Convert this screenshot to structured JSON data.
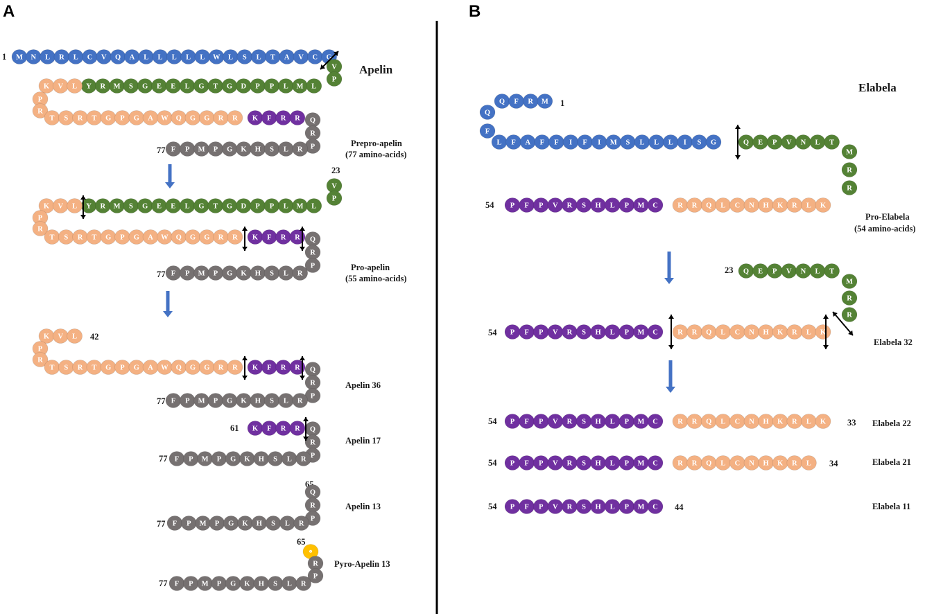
{
  "colors": {
    "blue": "#4472c4",
    "green": "#548235",
    "peach": "#f4b183",
    "purple": "#7030a0",
    "gray": "#767171",
    "orange": "#ffc000",
    "arrow_blue": "#4472c4",
    "divider": "#000000"
  },
  "panels": {
    "A": {
      "letter": "A",
      "apelin_title": "Apelin",
      "stages": [
        {
          "label_line1": "Prepro-apelin",
          "label_line2": "(77 amino-acids)"
        },
        {
          "label_line1": "Pro-apelin",
          "label_line2": "(55 amino-acids)"
        },
        {
          "label_line1": "Apelin 36"
        },
        {
          "label_line1": "Apelin 17"
        },
        {
          "label_line1": "Apelin 13"
        },
        {
          "label_line1": "Pyro-Apelin 13"
        }
      ],
      "numbers": {
        "n1": "1",
        "n77": "77",
        "n23": "23",
        "n42": "42",
        "n61": "61",
        "n65": "65"
      }
    },
    "B": {
      "letter": "B",
      "elabela_title": "Elabela",
      "stages": [
        {
          "label_line1": "Pro-Elabela",
          "label_line2": "(54 amino-acids)"
        },
        {
          "label_line1": "Elabela 32"
        },
        {
          "label_line1": "Elabela 22"
        },
        {
          "label_line1": "Elabela 21"
        },
        {
          "label_line1": "Elabela 11"
        }
      ],
      "numbers": {
        "n1": "1",
        "n54": "54",
        "n23": "23",
        "n33": "33",
        "n34": "34",
        "n44": "44"
      }
    }
  },
  "sequences": {
    "apelin_signal": "MNLRLCVQALLLLLWLSLTAVCG",
    "apelin_green": "VPLMLPPDGTGLEEGSMRY",
    "apelin_peach_top": "LVK",
    "apelin_peach_side": "PR",
    "apelin_peach_bottom": "TSRTGPGAWQGGRR",
    "apelin_kfrr": "KFRR",
    "apelin_gray_side": "QRP",
    "apelin_gray_bottom": "LSHKGPMPF",
    "pyro_glu": "⚬",
    "elabela_signal_top": "QFRM",
    "elabela_signal_side": "QF",
    "elabela_signal_row": "LFAFFIFIMSLLLISG",
    "elabela_green_row": "QEPVNLT",
    "elabela_green_side": "MRR",
    "elabela_peach": "KLRKHNCLQRR",
    "elabela_purple": "CMPLHSRVPFP",
    "elabela32_green_row": "QEPVNLT",
    "elabela32_green_side": "MRR"
  }
}
